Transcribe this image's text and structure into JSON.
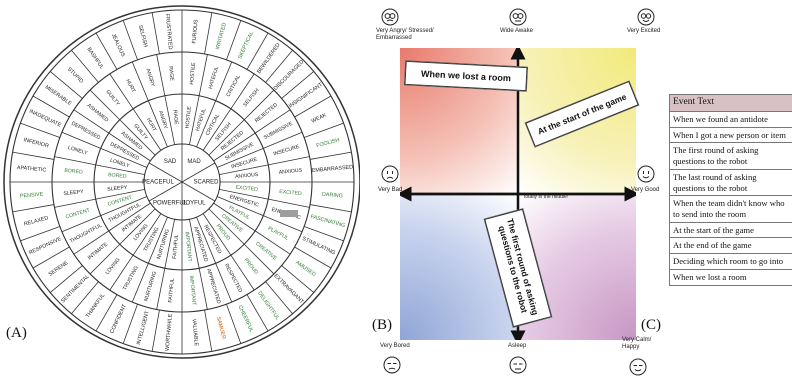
{
  "panels": {
    "a": "(A)",
    "b": "(B)",
    "c": "(C)"
  },
  "wheel": {
    "colors": {
      "green": "#2e7d32",
      "orange": "#c75a00",
      "red": "#b71c1c",
      "gray": "#9e9e9e"
    },
    "core": [
      "MAD",
      "SCARED",
      "JOYFUL",
      "POWERFUL",
      "PEACEFUL",
      "SAD"
    ],
    "middle": [
      "HOSTILE",
      "HATEFUL",
      "CRITICAL",
      "SELFISH",
      "REJECTED",
      "SUBMISSIVE",
      "INSECURE",
      "ANXIOUS",
      "EXCITED",
      "ENERGETIC",
      "PLAYFUL",
      "CREATIVE",
      "PROUD",
      "RESPECTED",
      "APPRECIATED",
      "IMPORTANT",
      "FAITHFUL",
      "NURTURING",
      "TRUSTING",
      "LOVING",
      "INTIMATE",
      "THOUGHTFUL",
      "CONTENT",
      "SLEEPY",
      "BORED",
      "LONELY",
      "DEPRESSED",
      "ASHAMED",
      "GUILTY",
      "HURT",
      "ANGRY",
      "RAGE"
    ],
    "middle_colors": [
      "",
      "",
      "",
      "",
      "",
      "",
      "",
      "",
      "green",
      "",
      "green",
      "green",
      "green",
      "",
      "",
      "green",
      "",
      "",
      "",
      "",
      "",
      "",
      "green",
      "",
      "green",
      "",
      "",
      "",
      "",
      "",
      "",
      ""
    ],
    "outer": [
      "FURIOUS",
      "IRRITATED",
      "SKEPTICAL",
      "BEWILDERED",
      "DISCOURAGED",
      "INSIGNIFICANT",
      "WEAK",
      "FOOLISH",
      "EMBARRASSED",
      "DARING",
      "FASCINATING",
      "STIMULATING",
      "AMUSED",
      "EXTRAVAGANT",
      "DELIGHTFUL",
      "CHEERFUL",
      "SAMUER",
      "VALUABLE",
      "WORTHWHILE",
      "INTELLIGENT",
      "CONFIDENT",
      "THANKFUL",
      "SENTIMENTAL",
      "SERENE",
      "RESPONSIVE",
      "RELAXED",
      "PENSIVE",
      "APATHETIC",
      "INFERIOR",
      "INADEQUATE",
      "MISERABLE",
      "STUPID",
      "BASHFUL",
      "JEALOUS",
      "SELFISH",
      "FRUSTRATED"
    ],
    "outer_colors": [
      "",
      "green",
      "green",
      "",
      "",
      "",
      "",
      "green",
      "",
      "green",
      "green",
      "",
      "green",
      "",
      "green",
      "green",
      "orange",
      "",
      "",
      "",
      "",
      "",
      "",
      "",
      "",
      "",
      "green",
      "",
      "",
      "",
      "",
      "",
      "",
      "",
      "",
      ""
    ]
  },
  "grid": {
    "colors": {
      "tl": "#e87a6b",
      "tr": "#f2ea7a",
      "bl": "#8fa5d6",
      "br": "#c796c4"
    },
    "faces": [
      {
        "name": "very-angry-face",
        "label": "Very Angry/ Stressed/ Embarrassed"
      },
      {
        "name": "wide-awake-face",
        "label": "Wide Awake"
      },
      {
        "name": "very-excited-face",
        "label": "Very Excited"
      },
      {
        "name": "very-bad-face",
        "label": "Very Bad"
      },
      {
        "name": "very-good-face",
        "label": "Very Good"
      },
      {
        "name": "very-bored-face",
        "label": "Very Bored"
      },
      {
        "name": "asleep-face",
        "label": "Asleep"
      },
      {
        "name": "very-calm-face",
        "label": "Very Calm/ Happy"
      }
    ],
    "middle_label": "totally in the middle!",
    "cards": [
      "When we lost a room",
      "At the start of the game",
      "The first round of asking questions to the robot"
    ]
  },
  "table": {
    "header": "Event Text",
    "rows": [
      "When we found an antidote",
      "When I got a new person or item",
      "The first round of asking questions to the robot",
      "The last round of asking questions to the robot",
      "When the team didn't know who to send into the room",
      "At the start of the game",
      "At the end of the game",
      "Deciding which room to go into",
      "When we lost a room"
    ]
  }
}
